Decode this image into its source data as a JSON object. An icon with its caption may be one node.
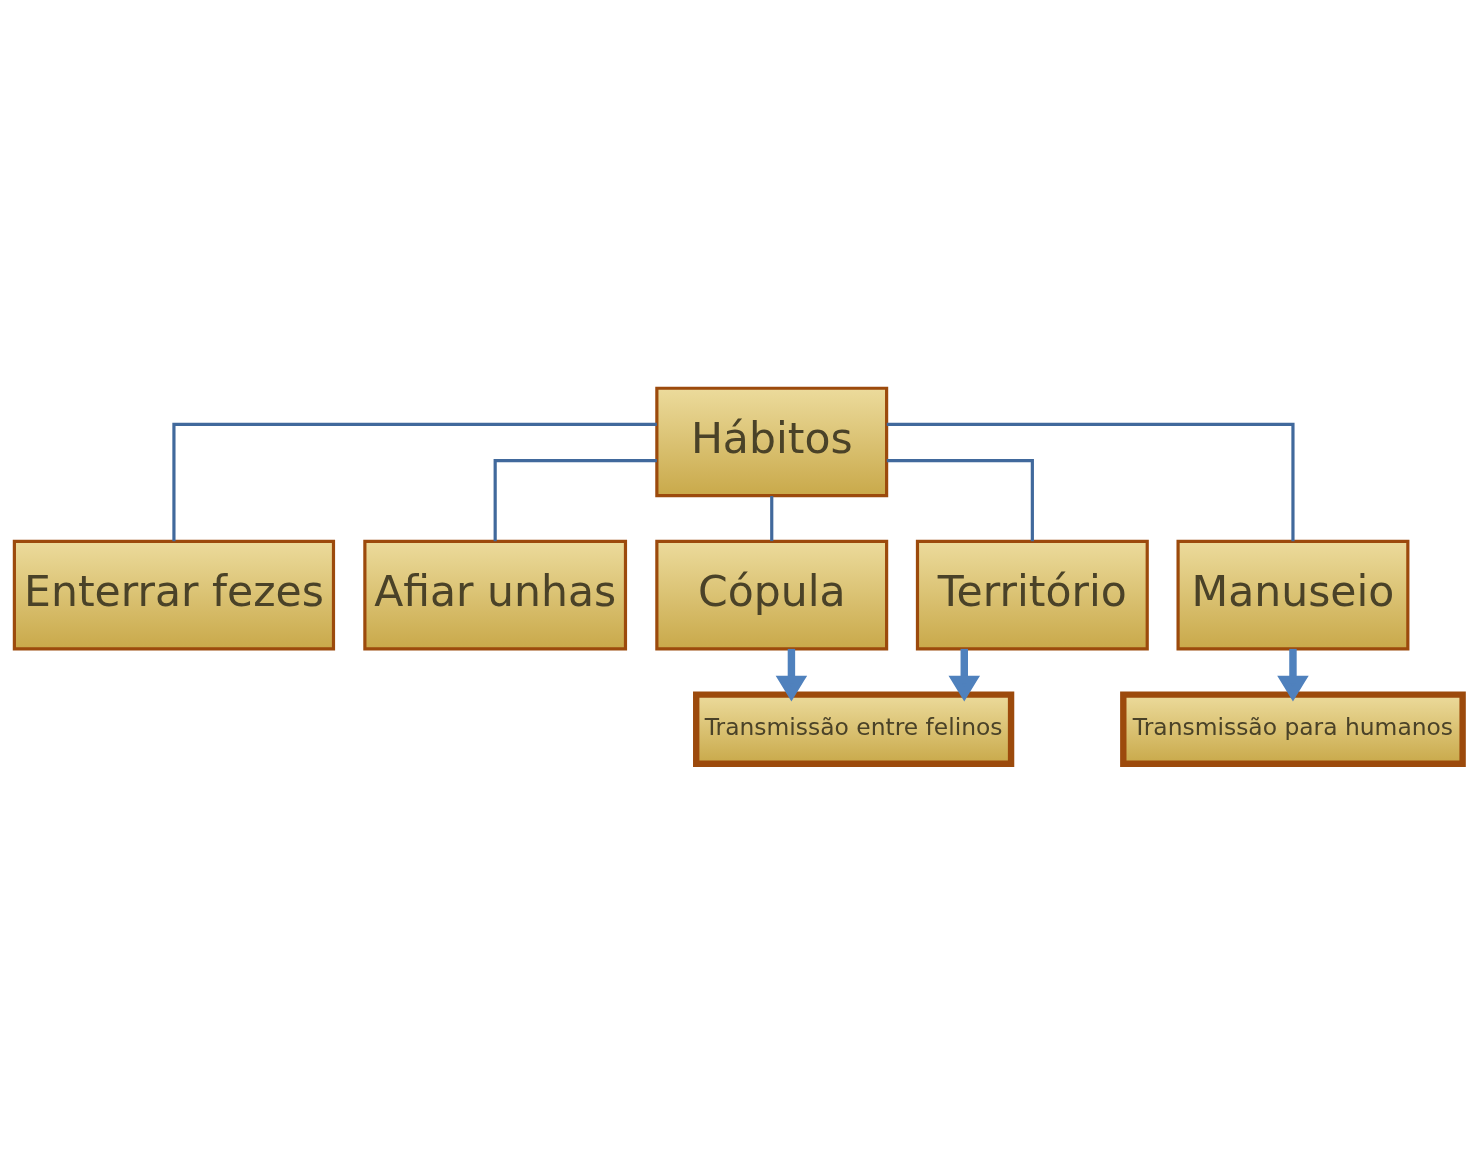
{
  "diagram": {
    "nodes": [
      {
        "text": [
          "Hábitos"
        ]
      },
      {
        "text": [
          "Enterrar fezes"
        ]
      },
      {
        "text": [
          "Afiar unhas"
        ]
      },
      {
        "text": [
          "Cópula"
        ]
      },
      {
        "text": [
          "Território"
        ]
      },
      {
        "text": [
          "Manuseio"
        ]
      },
      {
        "text": [
          "Transmissão entre felinos"
        ]
      },
      {
        "text": [
          "Transmissão para humanos"
        ]
      }
    ],
    "edges": [
      {
        "from": 0,
        "to": 1,
        "arrow": "none"
      },
      {
        "from": 0,
        "to": 2,
        "arrow": "none"
      },
      {
        "from": 0,
        "to": 3,
        "arrow": "none"
      },
      {
        "from": 0,
        "to": 4,
        "arrow": "none"
      },
      {
        "from": 0,
        "to": 5,
        "arrow": "none"
      },
      {
        "from": 3,
        "to": 6,
        "arrow": "to",
        "style": "thick",
        "color": "#4f81bd"
      },
      {
        "from": 4,
        "to": 6,
        "arrow": "to",
        "style": "thick",
        "color": "#4f81bd"
      },
      {
        "from": 5,
        "to": 7,
        "arrow": "to",
        "style": "thick",
        "color": "#4f81bd"
      }
    ]
  }
}
